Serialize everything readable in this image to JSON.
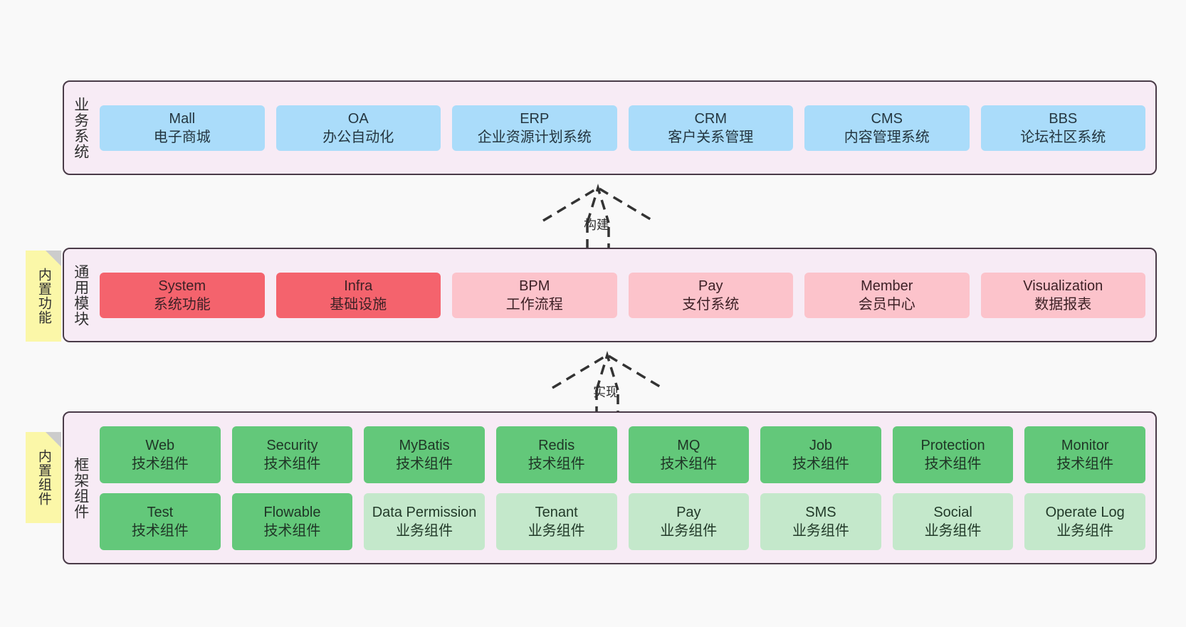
{
  "canvas": {
    "background": "#f9f9f9",
    "band_background": "#f7ebf5",
    "band_border": "#4a3b48"
  },
  "colors": {
    "blue": "#aadcfa",
    "red": "#f4636d",
    "pink": "#fcc3cb",
    "green": "#63c87a",
    "light_green": "#c4e8cb",
    "sticky_yellow": "#fbf7a8",
    "sticky_fold": "#cccccc"
  },
  "layers": [
    {
      "id": "business-systems",
      "title": "业务系统",
      "rows": [
        {
          "cards": [
            {
              "en": "Mall",
              "cn": "电子商城",
              "color": "blue"
            },
            {
              "en": "OA",
              "cn": "办公自动化",
              "color": "blue"
            },
            {
              "en": "ERP",
              "cn": "企业资源计划系统",
              "color": "blue"
            },
            {
              "en": "CRM",
              "cn": "客户关系管理",
              "color": "blue"
            },
            {
              "en": "CMS",
              "cn": "内容管理系统",
              "color": "blue"
            },
            {
              "en": "BBS",
              "cn": "论坛社区系统",
              "color": "blue"
            }
          ]
        }
      ]
    },
    {
      "id": "common-modules",
      "title": "通用模块",
      "sticky": "内置功能",
      "rows": [
        {
          "cards": [
            {
              "en": "System",
              "cn": "系统功能",
              "color": "red"
            },
            {
              "en": "Infra",
              "cn": "基础设施",
              "color": "red"
            },
            {
              "en": "BPM",
              "cn": "工作流程",
              "color": "pink"
            },
            {
              "en": "Pay",
              "cn": "支付系统",
              "color": "pink"
            },
            {
              "en": "Member",
              "cn": "会员中心",
              "color": "pink"
            },
            {
              "en": "Visualization",
              "cn": "数据报表",
              "color": "pink"
            }
          ]
        }
      ]
    },
    {
      "id": "framework-components",
      "title": "框架组件",
      "sticky": "内置组件",
      "rows": [
        {
          "cards": [
            {
              "en": "Web",
              "cn": "技术组件",
              "color": "green"
            },
            {
              "en": "Security",
              "cn": "技术组件",
              "color": "green"
            },
            {
              "en": "MyBatis",
              "cn": "技术组件",
              "color": "green"
            },
            {
              "en": "Redis",
              "cn": "技术组件",
              "color": "green"
            },
            {
              "en": "MQ",
              "cn": "技术组件",
              "color": "green"
            },
            {
              "en": "Job",
              "cn": "技术组件",
              "color": "green"
            },
            {
              "en": "Protection",
              "cn": "技术组件",
              "color": "green"
            },
            {
              "en": "Monitor",
              "cn": "技术组件",
              "color": "green"
            }
          ]
        },
        {
          "cards": [
            {
              "en": "Test",
              "cn": "技术组件",
              "color": "green"
            },
            {
              "en": "Flowable",
              "cn": "技术组件",
              "color": "green"
            },
            {
              "en": "Data Permission",
              "cn": "业务组件",
              "color": "light_green",
              "wrap": true
            },
            {
              "en": "Tenant",
              "cn": "业务组件",
              "color": "light_green"
            },
            {
              "en": "Pay",
              "cn": "业务组件",
              "color": "light_green"
            },
            {
              "en": "SMS",
              "cn": "业务组件",
              "color": "light_green"
            },
            {
              "en": "Social",
              "cn": "业务组件",
              "color": "light_green"
            },
            {
              "en": "Operate Log",
              "cn": "业务组件",
              "color": "light_green"
            }
          ]
        }
      ]
    }
  ],
  "connectors": [
    {
      "id": "build",
      "label": "构建"
    },
    {
      "id": "implement",
      "label": "实现"
    }
  ]
}
